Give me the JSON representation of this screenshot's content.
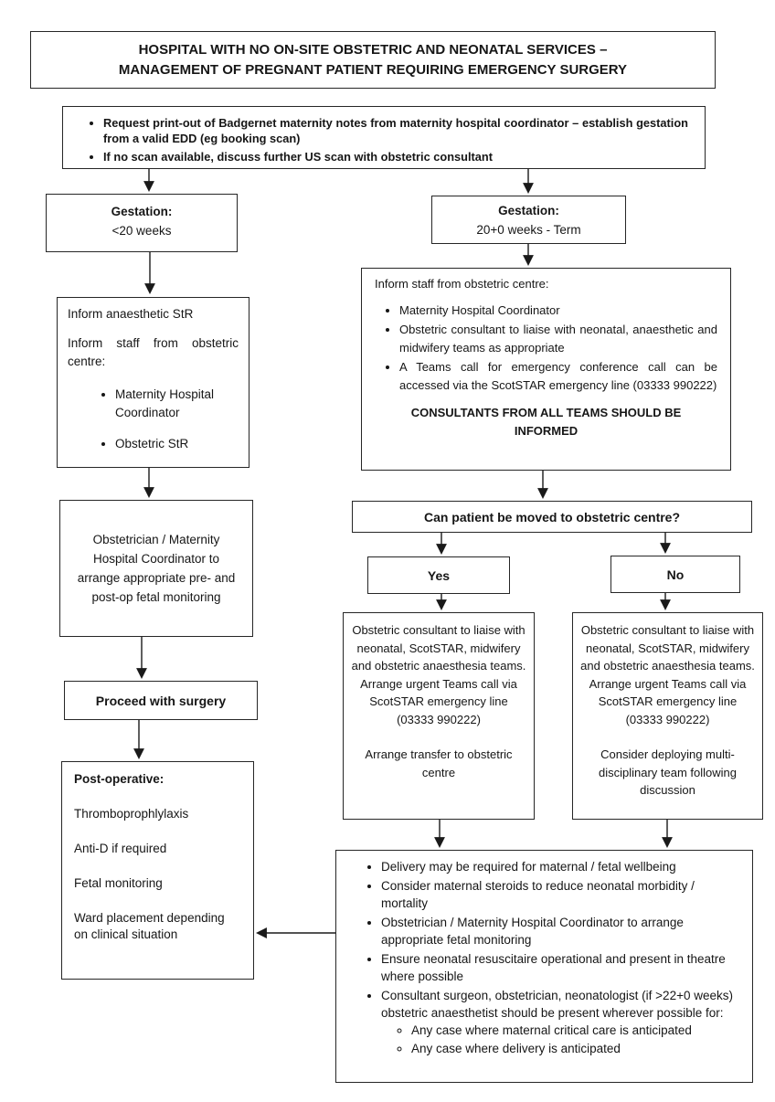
{
  "title": {
    "line1": "HOSPITAL WITH NO ON-SITE OBSTETRIC AND NEONATAL SERVICES –",
    "line2": "MANAGEMENT OF PREGNANT PATIENT REQUIRING EMERGENCY SURGERY"
  },
  "intro": {
    "bullets": [
      "Request print-out of Badgernet maternity notes from maternity hospital coordinator – establish gestation from a valid EDD (eg booking scan)",
      "If no scan available, discuss further US scan with obstetric consultant"
    ]
  },
  "gestation_left": {
    "heading": "Gestation:",
    "value": "<20 weeks"
  },
  "gestation_right": {
    "heading": "Gestation:",
    "value": "20+0 weeks - Term"
  },
  "inform_left": {
    "line1": "Inform anaesthetic StR",
    "line2": "Inform staff from obstetric centre:",
    "bullets": [
      "Maternity Hospital Coordinator",
      "Obstetric StR"
    ]
  },
  "inform_right": {
    "intro": "Inform staff from obstetric centre:",
    "bullets": [
      "Maternity Hospital Coordinator",
      "Obstetric consultant to liaise with neonatal, anaesthetic and midwifery teams as appropriate",
      "A Teams call for emergency conference call can be accessed via the ScotSTAR emergency line (03333 990222)"
    ],
    "emphasis": "CONSULTANTS FROM ALL TEAMS SHOULD BE INFORMED"
  },
  "question": {
    "label": "Can patient be moved to obstetric centre?"
  },
  "decision": {
    "yes": "Yes",
    "no": "No"
  },
  "yes_detail": {
    "para1": "Obstetric consultant to liaise with neonatal, ScotSTAR, midwifery and obstetric anaesthesia teams. Arrange urgent Teams call via ScotSTAR emergency line (03333 990222)",
    "para2": "Arrange transfer to obstetric centre"
  },
  "no_detail": {
    "para1": "Obstetric consultant to liaise with neonatal, ScotSTAR, midwifery and obstetric anaesthesia teams. Arrange urgent Teams call via ScotSTAR emergency line (03333 990222)",
    "para2": "Consider deploying multi-disciplinary team following discussion"
  },
  "fetal_monitoring": {
    "text": "Obstetrician / Maternity Hospital Coordinator to arrange appropriate pre- and post-op fetal monitoring"
  },
  "proceed": {
    "label": "Proceed with surgery"
  },
  "post_op": {
    "heading": "Post-operative:",
    "items": [
      "Thromboprophlylaxis",
      "Anti-D if required",
      "Fetal monitoring",
      "Ward placement depending on clinical situation"
    ]
  },
  "final": {
    "bullets": [
      "Delivery may be required for maternal / fetal wellbeing",
      "Consider maternal steroids to reduce neonatal morbidity / mortality",
      "Obstetrician / Maternity Hospital Coordinator to arrange appropriate fetal monitoring",
      "Ensure neonatal resuscitaire operational and present in theatre where possible",
      "Consultant surgeon, obstetrician, neonatologist (if >22+0 weeks) obstetric anaesthetist should be present wherever possible for:"
    ],
    "sub_bullets": [
      "Any case where maternal critical care is anticipated",
      "Any case where delivery is anticipated"
    ]
  },
  "colors": {
    "line": "#1a1a1a",
    "border": "#262626",
    "background": "#ffffff"
  }
}
